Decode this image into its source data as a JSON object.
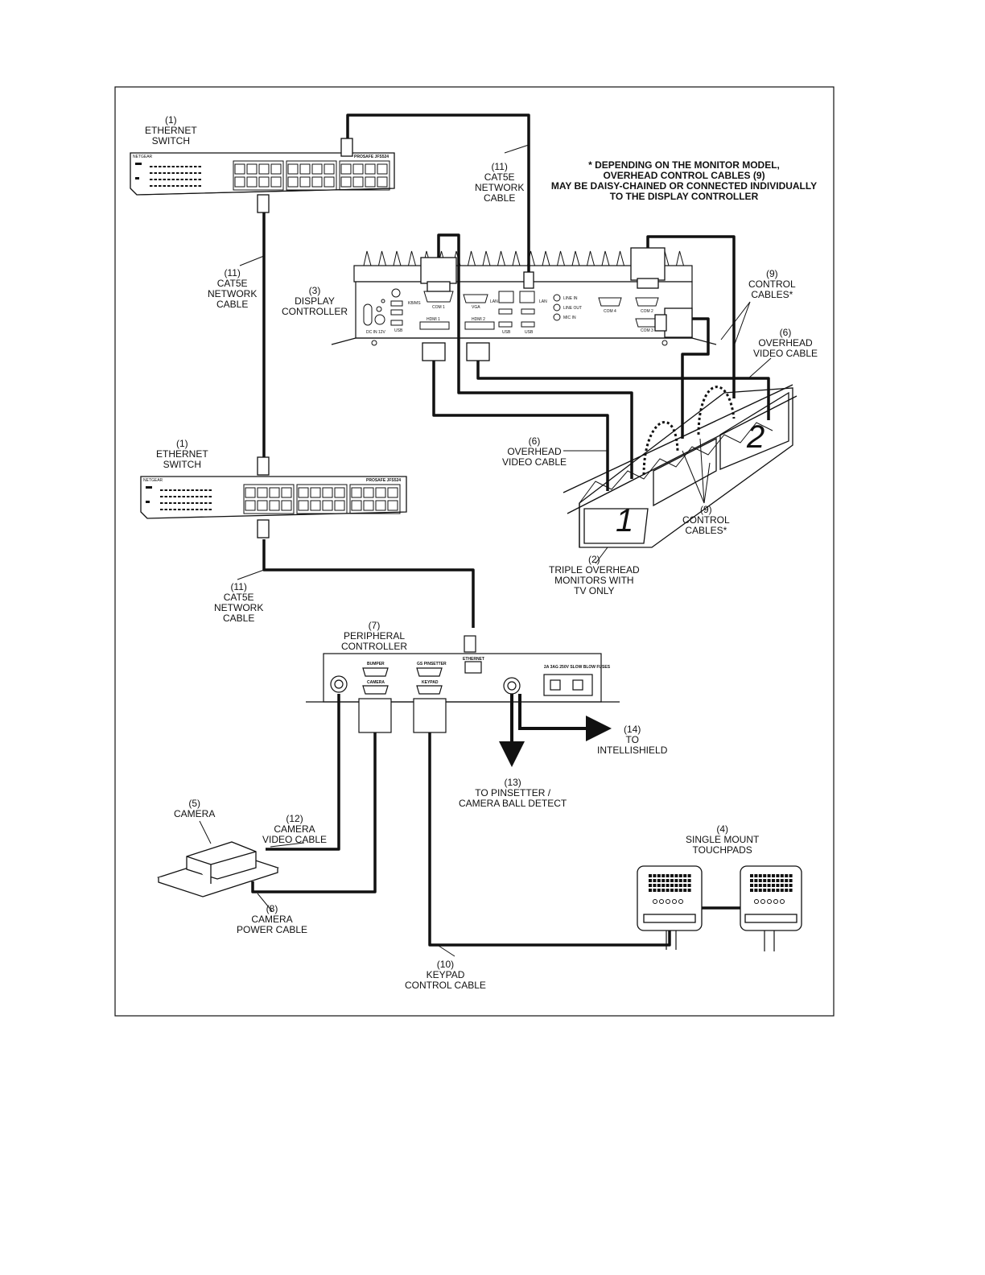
{
  "labels": {
    "switch_top": [
      "(1)",
      "ETHERNET",
      "SWITCH"
    ],
    "switch_mid": [
      "(1)",
      "ETHERNET",
      "SWITCH"
    ],
    "cat5e_top": [
      "(11)",
      "CAT5E",
      "NETWORK",
      "CABLE"
    ],
    "cat5e_left": [
      "(11)",
      "CAT5E",
      "NETWORK",
      "CABLE"
    ],
    "cat5e_bottom": [
      "(11)",
      "CAT5E",
      "NETWORK",
      "CABLE"
    ],
    "display_controller": [
      "(3)",
      "DISPLAY",
      "CONTROLLER"
    ],
    "control_cables_top": [
      "(9)",
      "CONTROL",
      "CABLES*"
    ],
    "overhead_video_right": [
      "(6)",
      "OVERHEAD",
      "VIDEO CABLE"
    ],
    "overhead_video_left": [
      "(6)",
      "OVERHEAD",
      "VIDEO CABLE"
    ],
    "control_cables_mid": [
      "(9)",
      "CONTROL",
      "CABLES*"
    ],
    "triple_monitors": [
      "(2)",
      "TRIPLE OVERHEAD",
      "MONITORS WITH",
      "TV ONLY"
    ],
    "peripheral_controller": [
      "(7)",
      "PERIPHERAL",
      "CONTROLLER"
    ],
    "to_intellishield": [
      "(14)",
      "TO",
      "INTELLISHIELD"
    ],
    "to_pinsetter": [
      "(13)",
      "TO PINSETTER /",
      "CAMERA BALL DETECT"
    ],
    "camera": [
      "(5)",
      "CAMERA"
    ],
    "camera_video_cable": [
      "(12)",
      "CAMERA",
      "VIDEO CABLE"
    ],
    "camera_power_cable": [
      "(8)",
      "CAMERA",
      "POWER CABLE"
    ],
    "touchpads": [
      "(4)",
      "SINGLE MOUNT",
      "TOUCHPADS"
    ],
    "keypad_cable": [
      "(10)",
      "KEYPAD",
      "CONTROL CABLE"
    ]
  },
  "note": [
    "* DEPENDING ON THE MONITOR MODEL,",
    "OVERHEAD CONTROL CABLES (9)",
    "MAY BE DAISY-CHAINED OR CONNECTED INDIVIDUALLY",
    "TO THE DISPLAY CONTROLLER"
  ],
  "device_text": {
    "switch_brand": "NETGEAR",
    "switch_model": "PROSAFE JFS524",
    "dc_ports": [
      "COM 1",
      "KB/MS",
      "VGA",
      "LAN",
      "LAN",
      "LINE IN",
      "LINE OUT",
      "MIC IN",
      "COM 4",
      "COM 2",
      "COM 3",
      "HDMI 1",
      "HDMI 2",
      "USB",
      "USB",
      "USB",
      "DC IN 12V"
    ],
    "pc_ports": [
      "BUMPER",
      "GS PINSETTER",
      "ETHERNET",
      "CAMERA",
      "KEYPAD"
    ],
    "pc_fuse": "2A 3AG 250V SLOW BLOW FUSES",
    "monitor_numbers": [
      "1",
      "2"
    ]
  }
}
